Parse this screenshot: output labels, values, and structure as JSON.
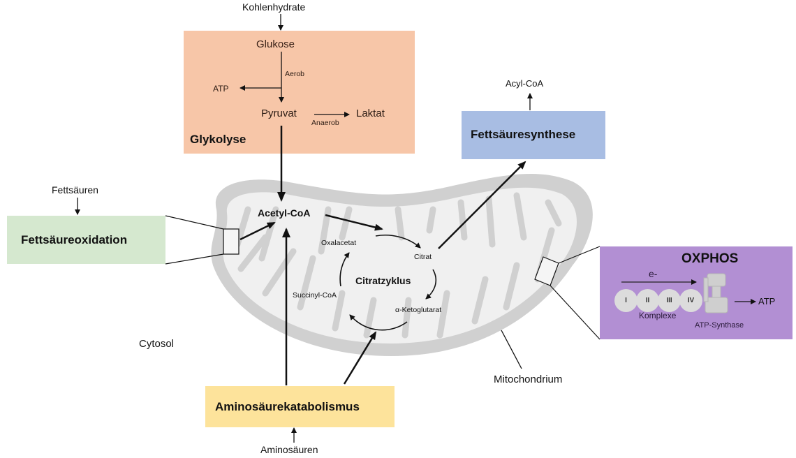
{
  "title": "Metabolic pathways: cytosol and mitochondrion",
  "colors": {
    "glykolyse": "#f7c6a8",
    "fettsaeureoxidation": "#d5e8cf",
    "fettsaeuresynthese": "#a8bde3",
    "oxphos": "#b28fd3",
    "aminosaeure": "#fde39b",
    "mitochondrion_outer": "#d0d0d0",
    "mitochondrion_inner": "#f0f0f0",
    "complex": "#dcdcdc",
    "arrow": "#111111"
  },
  "inputs": {
    "kohlenhydrate": "Kohlenhydrate",
    "fettsaeuren": "Fettsäuren",
    "aminosaeuren": "Aminosäuren"
  },
  "glykolyse": {
    "title": "Glykolyse",
    "glukose": "Glukose",
    "aerob": "Aerob",
    "atp": "ATP",
    "pyruvat": "Pyruvat",
    "anaerob": "Anaerob",
    "laktat": "Laktat"
  },
  "fettsaeureoxidation": {
    "title": "Fettsäureoxidation"
  },
  "fettsaeuresynthese": {
    "title": "Fettsäuresynthese",
    "product": "Acyl-CoA"
  },
  "aminosaeurekatabolismus": {
    "title": "Aminosäurekatabolismus"
  },
  "mitochondrion": {
    "acetyl_coa": "Acetyl-CoA",
    "citratzyklus": {
      "title": "Citratzyklus",
      "oxalacetat": "Oxalacetat",
      "citrat": "Citrat",
      "ketoglutarat": "α-Ketoglutarat",
      "succinyl_coa": "Succinyl-CoA"
    }
  },
  "oxphos": {
    "title": "OXPHOS",
    "electron": "e-",
    "complexes": [
      "I",
      "II",
      "III",
      "IV"
    ],
    "complexes_label": "Komplexe",
    "synthase_label": "ATP-Synthase",
    "atp": "ATP"
  },
  "compartments": {
    "cytosol": "Cytosol",
    "mitochondrium": "Mitochondrium"
  }
}
